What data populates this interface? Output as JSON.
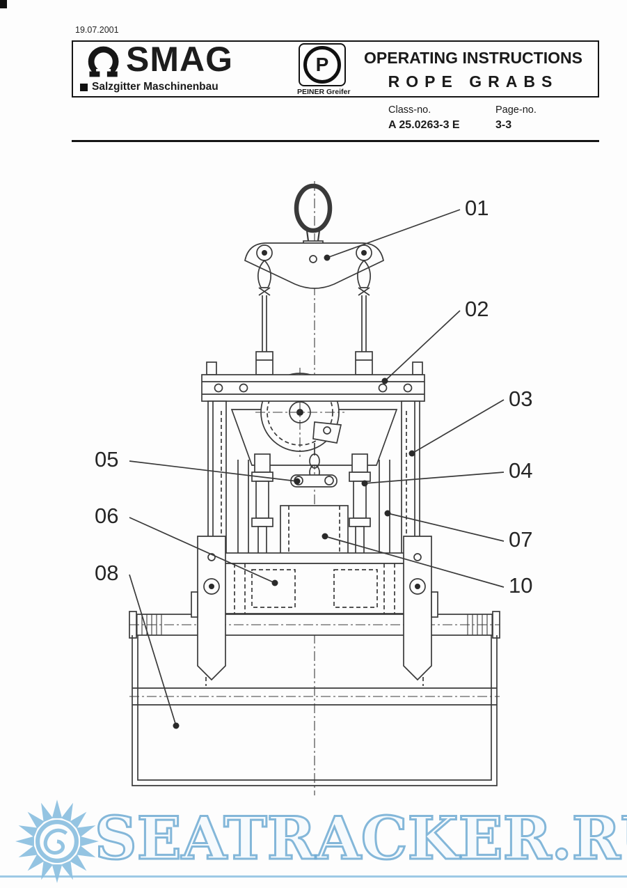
{
  "page": {
    "date": "19.07.2001"
  },
  "header": {
    "smag": {
      "name": "SMAG",
      "subtitle": "Salzgitter Maschinenbau"
    },
    "peiner": {
      "letter": "P",
      "caption": "PEINER Greifer"
    },
    "title_line1": "OPERATING INSTRUCTIONS",
    "title_line2": "ROPE GRABS"
  },
  "docmeta": {
    "class_label": "Class-no.",
    "class_value": "A 25.0263-3 E",
    "page_label": "Page-no.",
    "page_value": "3-3"
  },
  "diagram": {
    "callouts": [
      {
        "label": "01"
      },
      {
        "label": "02"
      },
      {
        "label": "03"
      },
      {
        "label": "04"
      },
      {
        "label": "05"
      },
      {
        "label": "06"
      },
      {
        "label": "07"
      },
      {
        "label": "08"
      },
      {
        "label": "10"
      }
    ]
  },
  "watermark": {
    "text": "SEATRACKER.RU",
    "color": "#8cc0e0"
  }
}
